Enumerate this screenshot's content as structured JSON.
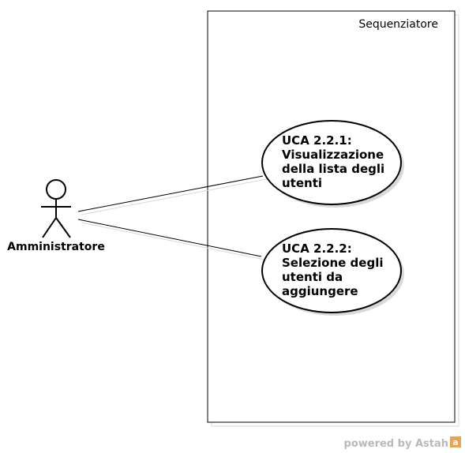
{
  "diagram": {
    "type": "use-case",
    "system": {
      "name": "Sequenziatore"
    },
    "actor": {
      "name": "Amministratore"
    },
    "use_cases": [
      {
        "id": "UCA 2.2.1",
        "lines": [
          "UCA 2.2.1:",
          "Visualizzazione",
          "della lista degli",
          "utenti"
        ]
      },
      {
        "id": "UCA 2.2.2",
        "lines": [
          "UCA 2.2.2:",
          "Selezione degli",
          "utenti da",
          "aggiungere"
        ]
      }
    ],
    "associations": [
      {
        "from": "Amministratore",
        "to": "UCA 2.2.1"
      },
      {
        "from": "Amministratore",
        "to": "UCA 2.2.2"
      }
    ]
  },
  "watermark": {
    "text": "powered by Astah",
    "logo_letter": "a"
  },
  "colors": {
    "stroke": "#000000",
    "shadow": "#d9d9d9",
    "watermark_text": "#b9b9b9",
    "logo_orange": "#f0a24a"
  }
}
